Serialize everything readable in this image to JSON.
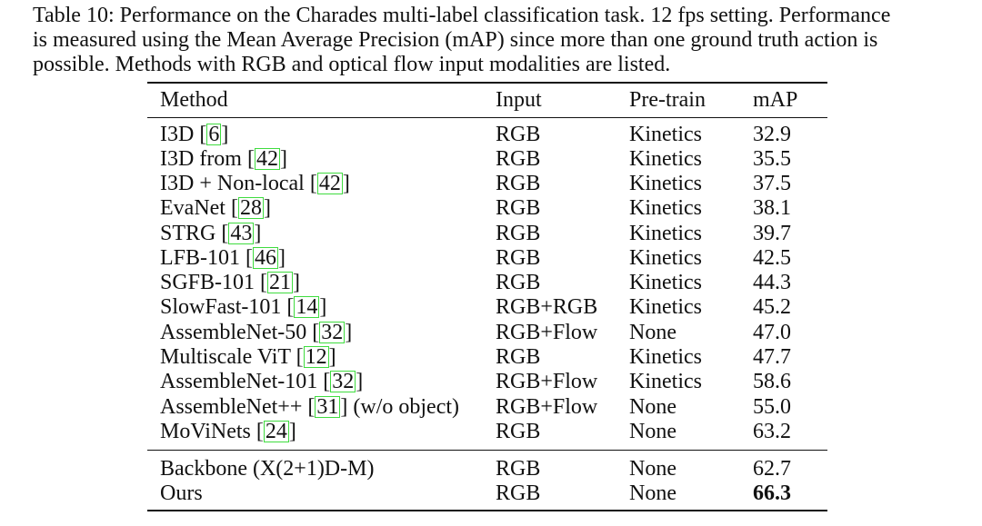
{
  "caption": {
    "lines": [
      "Table 10: Performance on the Charades multi-label classification task. 12 fps setting. Performance",
      "is measured using the Mean Average Precision (mAP) since more than one ground truth action is",
      "possible. Methods with RGB and optical flow input modalities are listed."
    ]
  },
  "table": {
    "headers": {
      "method": "Method",
      "input": "Input",
      "pretrain": "Pre-train",
      "map": "mAP"
    },
    "rows": [
      {
        "name": "I3D ",
        "cite": "6",
        "suffix": "",
        "input": "RGB",
        "pretrain": "Kinetics",
        "map": "32.9"
      },
      {
        "name": "I3D from ",
        "cite": "42",
        "suffix": "",
        "input": "RGB",
        "pretrain": "Kinetics",
        "map": "35.5"
      },
      {
        "name": "I3D + Non-local ",
        "cite": "42",
        "suffix": "",
        "input": "RGB",
        "pretrain": "Kinetics",
        "map": "37.5"
      },
      {
        "name": "EvaNet ",
        "cite": "28",
        "suffix": "",
        "input": "RGB",
        "pretrain": "Kinetics",
        "map": "38.1"
      },
      {
        "name": "STRG ",
        "cite": "43",
        "suffix": "",
        "input": "RGB",
        "pretrain": "Kinetics",
        "map": "39.7"
      },
      {
        "name": "LFB-101 ",
        "cite": "46",
        "suffix": "",
        "input": "RGB",
        "pretrain": "Kinetics",
        "map": "42.5"
      },
      {
        "name": "SGFB-101 ",
        "cite": "21",
        "suffix": "",
        "input": "RGB",
        "pretrain": "Kinetics",
        "map": "44.3"
      },
      {
        "name": "SlowFast-101 ",
        "cite": "14",
        "suffix": "",
        "input": "RGB+RGB",
        "pretrain": "Kinetics",
        "map": "45.2"
      },
      {
        "name": "AssembleNet-50 ",
        "cite": "32",
        "suffix": "",
        "input": "RGB+Flow",
        "pretrain": "None",
        "map": "47.0"
      },
      {
        "name": "Multiscale ViT ",
        "cite": "12",
        "suffix": "",
        "input": "RGB",
        "pretrain": "Kinetics",
        "map": "47.7"
      },
      {
        "name": "AssembleNet-101 ",
        "cite": "32",
        "suffix": "",
        "input": "RGB+Flow",
        "pretrain": "Kinetics",
        "map": "58.6"
      },
      {
        "name": "AssembleNet++ ",
        "cite": "31",
        "suffix": " (w/o object)",
        "input": "RGB+Flow",
        "pretrain": "None",
        "map": "55.0"
      },
      {
        "name": "MoViNets ",
        "cite": "24",
        "suffix": "",
        "input": "RGB",
        "pretrain": "None",
        "map": "63.2"
      }
    ],
    "bottom_rows": [
      {
        "name": "Backbone (X(2+1)D-M)",
        "input": "RGB",
        "pretrain": "None",
        "map": "62.7"
      },
      {
        "name": "Ours",
        "input": "RGB",
        "pretrain": "None",
        "map": "66.3"
      }
    ],
    "citation_box_color": "#3fdc3f"
  }
}
